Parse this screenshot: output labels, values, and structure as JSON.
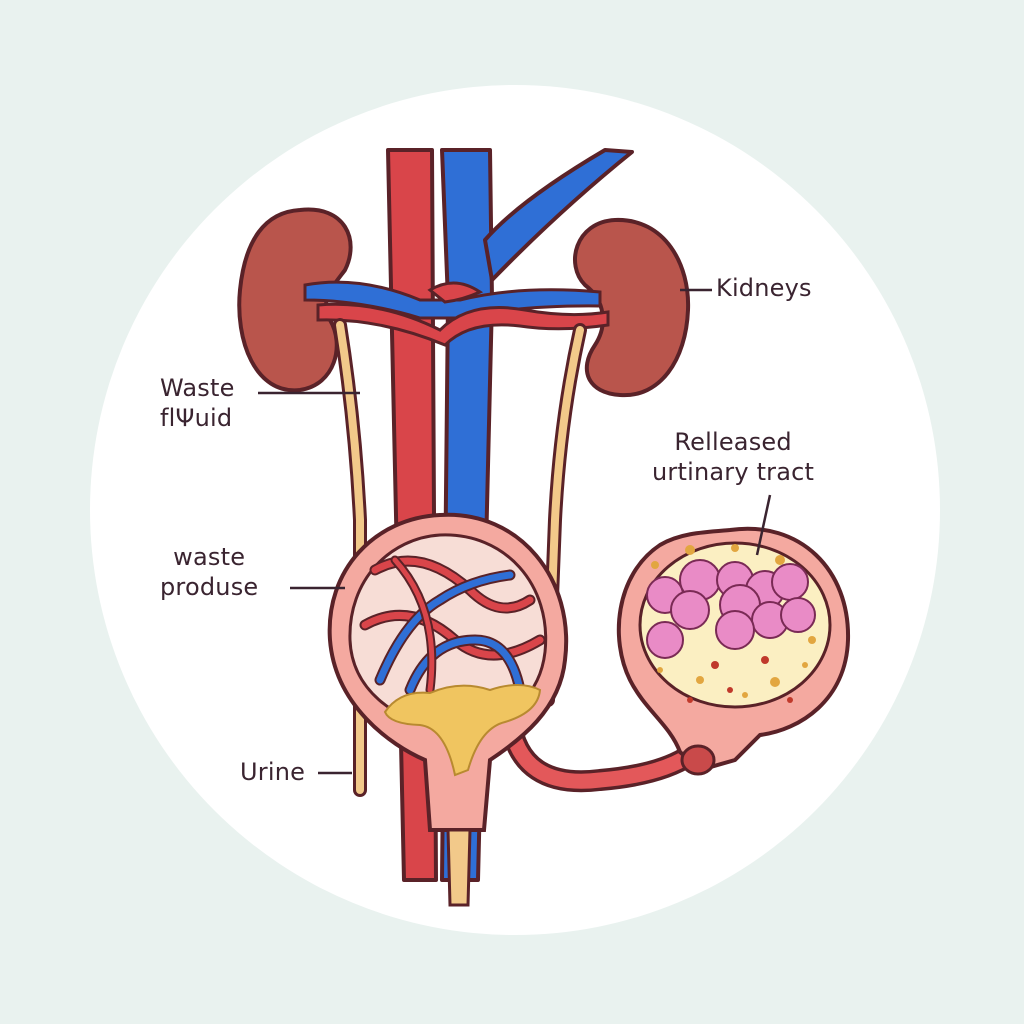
{
  "labels": {
    "kidneys": "Kidneys",
    "waste_fluid": [
      "Waste",
      "flΨuid"
    ],
    "released": [
      "Relleased",
      "urtinary tract"
    ],
    "waste_produse": [
      "waste",
      "produse"
    ],
    "urine": "Urine"
  },
  "colors": {
    "background": "#e9f2ef",
    "circle": "#ffffff",
    "artery": "#d9454a",
    "vein": "#2f6fd6",
    "kidney": "#b9554c",
    "ureter": "#f2c98a",
    "bladder": "#f4a9a0",
    "urine": "#f0c560",
    "cells": "#e98bc6",
    "outline": "#5a2228"
  }
}
